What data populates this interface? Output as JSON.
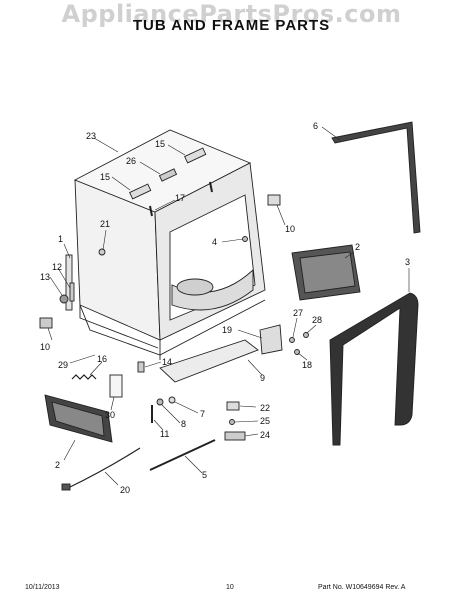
{
  "watermark": "AppliancePartsPros.com",
  "title": "TUB AND FRAME PARTS",
  "footer": {
    "date": "10/11/2013",
    "page": "10",
    "part_info": "Part No. W10649694  Rev. A"
  },
  "callouts": {
    "c1": "1",
    "c2a": "2",
    "c2b": "2",
    "c3": "3",
    "c4": "4",
    "c5": "5",
    "c6": "6",
    "c7": "7",
    "c8": "8",
    "c9": "9",
    "c10a": "10",
    "c10b": "10",
    "c11": "11",
    "c12": "12",
    "c13": "13",
    "c14": "14",
    "c15a": "15",
    "c15b": "15",
    "c16": "16",
    "c17": "17",
    "c18": "18",
    "c19": "19",
    "c20": "20",
    "c21": "21",
    "c22": "22",
    "c23": "23",
    "c24": "24",
    "c25": "25",
    "c26": "26",
    "c27": "27",
    "c28": "28",
    "c29": "29",
    "c30": "30"
  }
}
